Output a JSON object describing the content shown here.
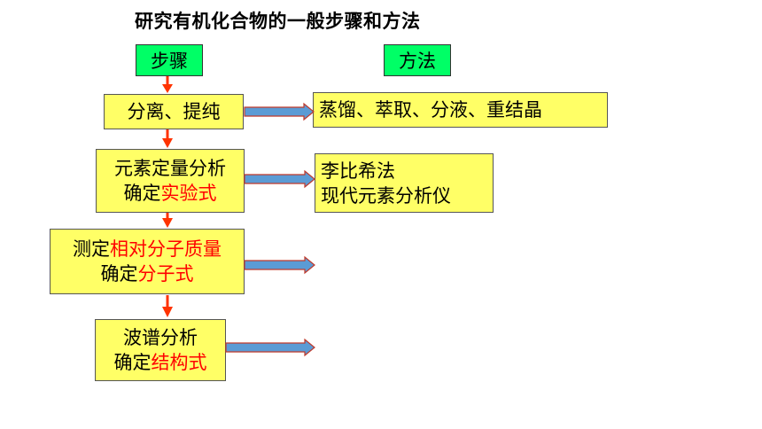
{
  "title": "研究有机化合物的一般步骤和方法",
  "headers": {
    "steps": "步骤",
    "methods": "方法"
  },
  "steps": [
    {
      "line1": "分离、提纯"
    },
    {
      "line1": "元素定量分析",
      "line2_prefix": "确定",
      "line2_highlight": "实验式"
    },
    {
      "line1_prefix": "测定",
      "line1_highlight": "相对分子质量",
      "line2_prefix": "确定",
      "line2_highlight": "分子式"
    },
    {
      "line1": "波谱分析",
      "line2_prefix": "确定",
      "line2_highlight": "结构式"
    }
  ],
  "methods": [
    {
      "line1": "蒸馏、萃取、分液、重结晶"
    },
    {
      "line1": "李比希法",
      "line2": "现代元素分析仪"
    }
  ],
  "colors": {
    "header_bg": "#00ff66",
    "box_bg": "#ffff66",
    "highlight": "#ff0000",
    "down_arrow": "#ff3300",
    "right_arrow_fill": "#5b9bd5",
    "right_arrow_stroke": "#c0392b"
  }
}
